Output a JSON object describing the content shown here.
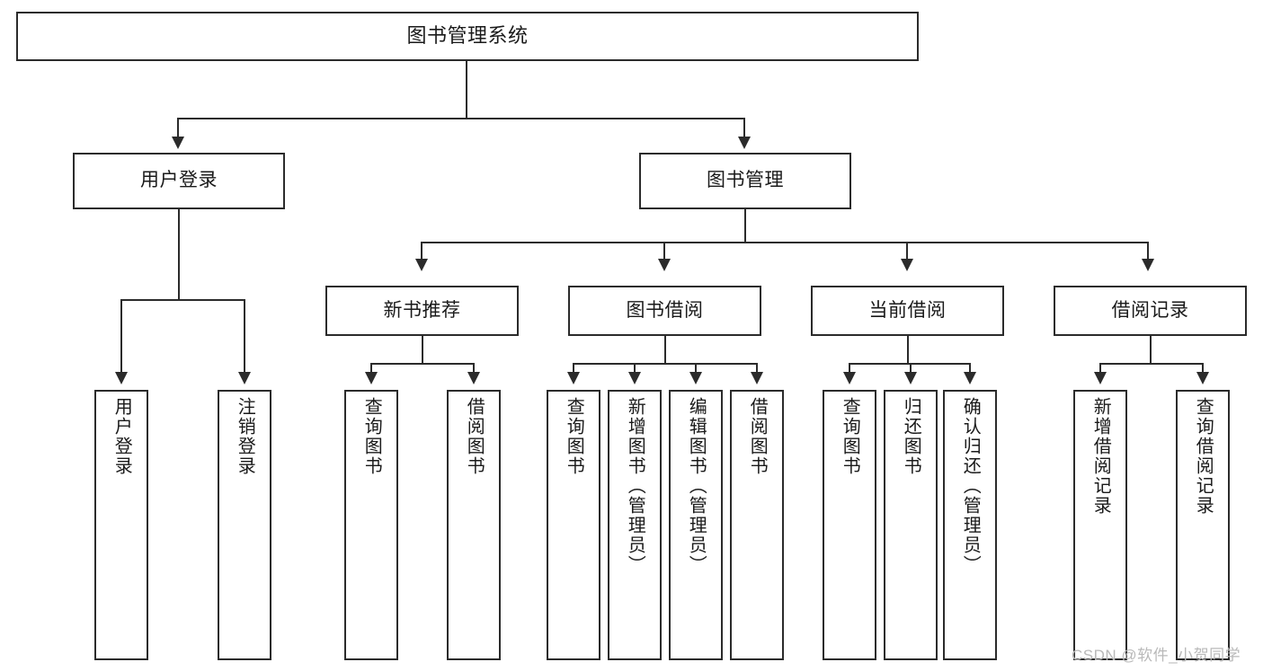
{
  "diagram": {
    "type": "tree",
    "root": {
      "label": "图书管理系统"
    },
    "level2": [
      {
        "label": "用户登录"
      },
      {
        "label": "图书管理"
      }
    ],
    "level3": [
      {
        "label": "新书推荐"
      },
      {
        "label": "图书借阅"
      },
      {
        "label": "当前借阅"
      },
      {
        "label": "借阅记录"
      }
    ],
    "leaves": {
      "user_login": [
        {
          "label": "用户登录"
        },
        {
          "label": "注销登录"
        }
      ],
      "new_book": [
        {
          "label": "查询图书"
        },
        {
          "label": "借阅图书"
        }
      ],
      "book_borrow": [
        {
          "label": "查询图书"
        },
        {
          "label": "新增图书（管理员）"
        },
        {
          "label": "编辑图书（管理员）"
        },
        {
          "label": "借阅图书"
        }
      ],
      "current_borrow": [
        {
          "label": "查询图书"
        },
        {
          "label": "归还图书"
        },
        {
          "label": "确认归还（管理员）"
        }
      ],
      "borrow_record": [
        {
          "label": "新增借阅记录"
        },
        {
          "label": "查询借阅记录"
        }
      ]
    }
  },
  "watermark": {
    "text": "CSDN @软件_小贺同学"
  },
  "colors": {
    "stroke": "#2b2b2b",
    "background": "#ffffff",
    "text": "#1a1a1a",
    "watermark": "#b9b9b9"
  }
}
